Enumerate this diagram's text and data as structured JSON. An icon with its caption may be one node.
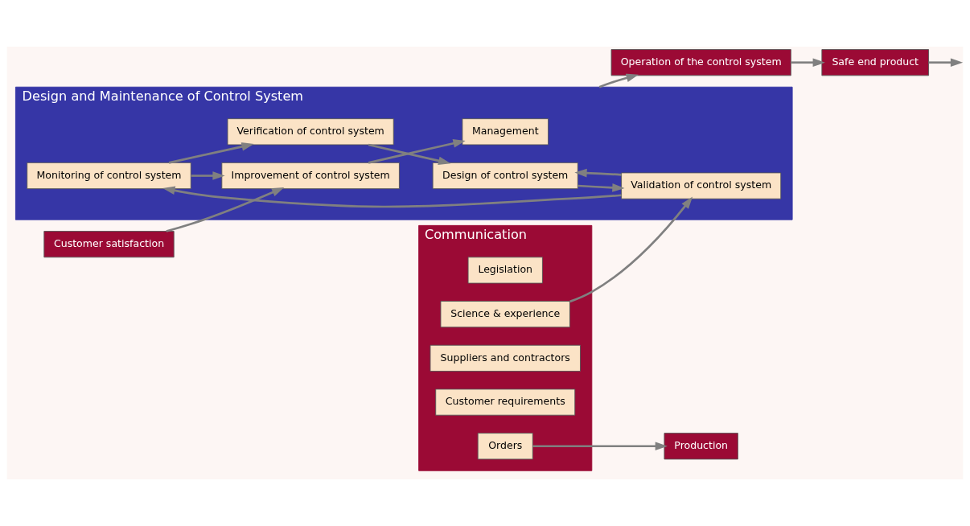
{
  "diagram": {
    "nodes": [
      {
        "text": [
          "Communication"
        ]
      },
      {
        "text": [
          "Legislation"
        ],
        "in": 0
      },
      {
        "text": [
          "Science & experience"
        ],
        "in": 0
      },
      {
        "text": [
          "Suppliers and contractors"
        ],
        "in": 0
      },
      {
        "text": [
          "Customer requirements"
        ],
        "in": 0
      },
      {
        "text": [
          "Design and Maintenance of Control System"
        ]
      },
      {
        "text": [
          "Management"
        ],
        "in": 5
      },
      {
        "text": [
          "Design of control system"
        ],
        "in": 5
      },
      {
        "text": [
          "Validation of control system"
        ],
        "in": 5
      },
      {
        "text": [
          "Verification of control system"
        ],
        "in": 5
      },
      {
        "text": [
          "Improvement of control system"
        ],
        "in": 5
      },
      {
        "text": [
          "Monitoring of control system"
        ],
        "in": 5
      },
      {
        "text": [
          "Customer satisfaction"
        ]
      },
      {
        "text": [
          "Operation of the control system"
        ]
      },
      {
        "text": [
          "Safe end product"
        ]
      },
      {
        "text": [
          "Orders"
        ],
        "in": 0
      },
      {
        "text": [
          "Production"
        ]
      }
    ],
    "edges": [
      {
        "from": 2,
        "to": 8,
        "arrow": "to"
      },
      {
        "from": 7,
        "to": 8,
        "arrow": "to"
      },
      {
        "from": 8,
        "to": 7,
        "arrow": "to"
      },
      {
        "from": 8,
        "to": 11,
        "arrow": "to"
      },
      {
        "from": 11,
        "to": 9,
        "arrow": "to"
      },
      {
        "from": 9,
        "to": 7,
        "arrow": "to"
      },
      {
        "from": 11,
        "to": 10,
        "arrow": "to"
      },
      {
        "from": 10,
        "to": 6,
        "arrow": "to"
      },
      {
        "from": 12,
        "to": 10,
        "arrow": "to"
      },
      {
        "from": 5,
        "to": 13,
        "arrow": "to"
      },
      {
        "from": 13,
        "to": 14,
        "arrow": "to"
      },
      {
        "from": 15,
        "to": 16,
        "arrow": "to"
      },
      {
        "from": 14,
        "to": null,
        "arrow": "to"
      }
    ]
  }
}
